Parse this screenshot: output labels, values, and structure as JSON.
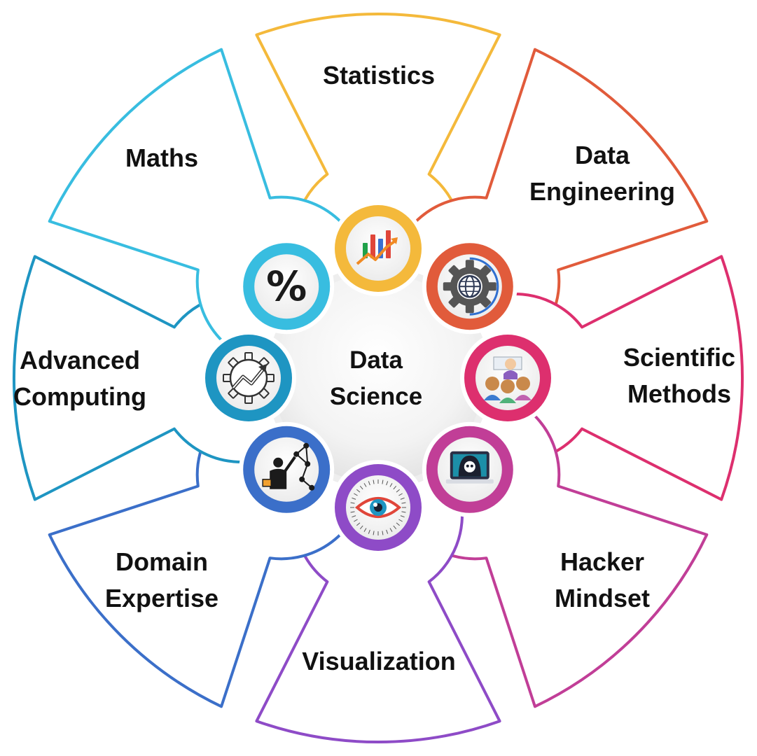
{
  "center": {
    "line1": "Data",
    "line2": "Science"
  },
  "segments": [
    {
      "id": "statistics",
      "lines": [
        "Statistics"
      ],
      "color": "#F4B93B",
      "icon": "bar-chart-growth-icon"
    },
    {
      "id": "data-engineering",
      "lines": [
        "Data",
        "Engineering"
      ],
      "color": "#E15B3B",
      "icon": "gear-globe-icon"
    },
    {
      "id": "scientific-methods",
      "lines": [
        "Scientific",
        "Methods"
      ],
      "color": "#DD2F6E",
      "icon": "teacher-students-icon"
    },
    {
      "id": "hacker-mindset",
      "lines": [
        "Hacker",
        "Mindset"
      ],
      "color": "#C13E97",
      "icon": "hacker-laptop-icon"
    },
    {
      "id": "visualization",
      "lines": [
        "Visualization"
      ],
      "color": "#8E4BC7",
      "icon": "eye-icon"
    },
    {
      "id": "domain-expertise",
      "lines": [
        "Domain",
        "Expertise"
      ],
      "color": "#3B6FC9",
      "icon": "expert-network-icon"
    },
    {
      "id": "advanced-computing",
      "lines": [
        "Advanced",
        "Computing"
      ],
      "color": "#1E95C2",
      "icon": "gear-trend-icon"
    },
    {
      "id": "maths",
      "lines": [
        "Maths"
      ],
      "color": "#38BDE0",
      "icon": "percent-icon"
    }
  ]
}
